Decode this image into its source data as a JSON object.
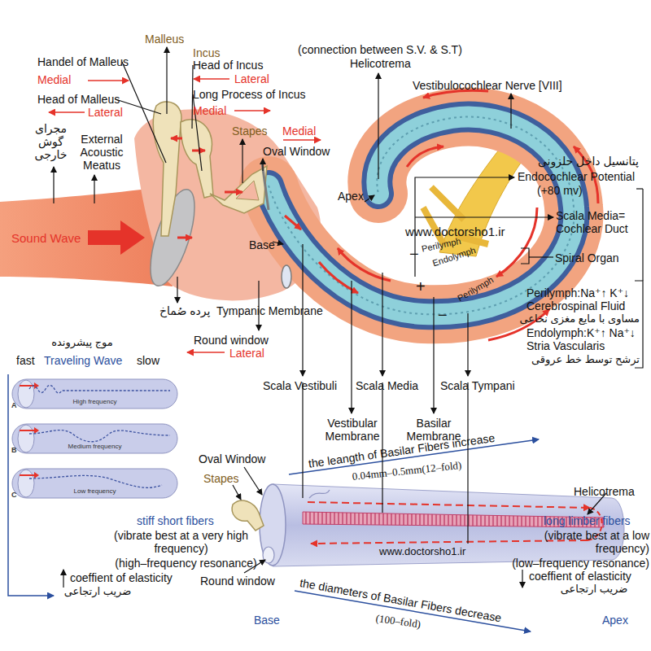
{
  "diagram": {
    "nodes": [
      {
        "text": [
          "A",
          "High frequency"
        ]
      },
      {
        "text": [
          "B",
          "Medium frequency"
        ]
      },
      {
        "text": [
          "C",
          "Low frequency"
        ]
      }
    ],
    "labels": [
      "Malleus",
      "Handel of Malleus",
      "Medial",
      "Head of Malleus",
      "Lateral",
      "Incus",
      "Head of Incus",
      "Lateral",
      "Long Process of Incus",
      "Medial",
      "مجرای گوش خارجی",
      "External Acoustic Meatus",
      "Stapes",
      "Medial",
      "Oval Window",
      "(connection between S.V. & S.T)",
      "Helicotrema",
      "Vestibulocochlear Nerve [VIII]",
      "پتانسیل داخل حلزونی",
      "Endocochlear Potential",
      "(+80 mv)",
      "Apex",
      "Sound Wave",
      "Base",
      "www.doctorsho1.ir",
      "Scala Media= Cochlear Duct",
      "Perilymph",
      "Endolymph",
      "Perilymph",
      "−",
      "+",
      "−",
      "Spiral Organ",
      "پرده صُماخ",
      "Tympanic Membrane",
      "Round window",
      "Lateral",
      "Perilymph:Na⁺↑ K⁺↓",
      "Cerebrospinal Fluid",
      "مساوی با مایع مغزی نخاعی",
      "Endolymph:K⁺↑ Na⁺↓",
      "Stria Vascularis",
      "ترشح توسط خط عروقی",
      "موج پیشرونده",
      "fast",
      "Traveling Wave",
      "slow",
      "Scala Vestibuli",
      "Scala Media",
      "Scala Tympani",
      "Vestibular Membrane",
      "Basilar Membrane",
      "the leangth of Basilar Fibers increase",
      "0.04mm–0.5mm(12–fold)",
      "Oval Window",
      "Stapes",
      "Helicotrema",
      "stiff short fibers",
      "(vibrate best at a very high frequency)",
      "(high–frequency resonance)",
      "coeffient of elasticity",
      "ضریب ارتجاعی",
      "long limber fibers",
      "(vibrate best at a low frequency)",
      "(low–frequency resonance)",
      "coeffient of elasticity",
      "ضریب ارتجاعی",
      "Round window",
      "www.doctorsho1.ir",
      "the diameters of Basilar Fibers decrease",
      "(100–fold)",
      "Base",
      "Apex"
    ]
  }
}
